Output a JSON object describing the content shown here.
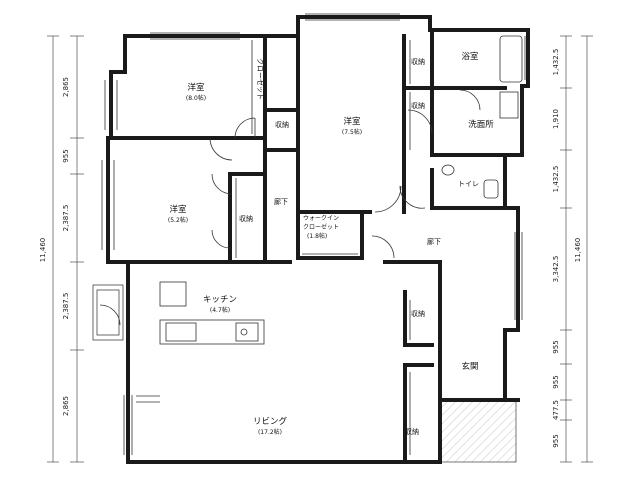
{
  "rooms": {
    "western_a": {
      "name": "洋室",
      "area": "(8.0帖)"
    },
    "western_b": {
      "name": "洋室",
      "area": "(7.5帖)"
    },
    "western_c": {
      "name": "洋室",
      "area": "(5.2帖)"
    },
    "bath": {
      "name": "浴室"
    },
    "washroom": {
      "name": "洗面所"
    },
    "toilet": {
      "name": "トイレ"
    },
    "kitchen": {
      "name": "キッチン",
      "area": "(4.7帖)"
    },
    "living": {
      "name": "リビング",
      "area": "(17.2帖)"
    },
    "entrance": {
      "name": "玄関"
    }
  },
  "labels": {
    "closet": "クローゼット",
    "storage": "収納",
    "hallway": "廊下",
    "walkin_line1": "ウォークイン",
    "walkin_line2": "クローゼット",
    "walkin_line3": "(1.8帖)"
  },
  "dimensions": {
    "left": [
      "2,865",
      "955",
      "2,387.5",
      "2,387.5",
      "2,865"
    ],
    "left_total": "11,460",
    "right": [
      "1,432.5",
      "1,910",
      "1,432.5",
      "3,342.5",
      "955",
      "955",
      "477.5",
      "955"
    ],
    "right_total": "11,460"
  }
}
